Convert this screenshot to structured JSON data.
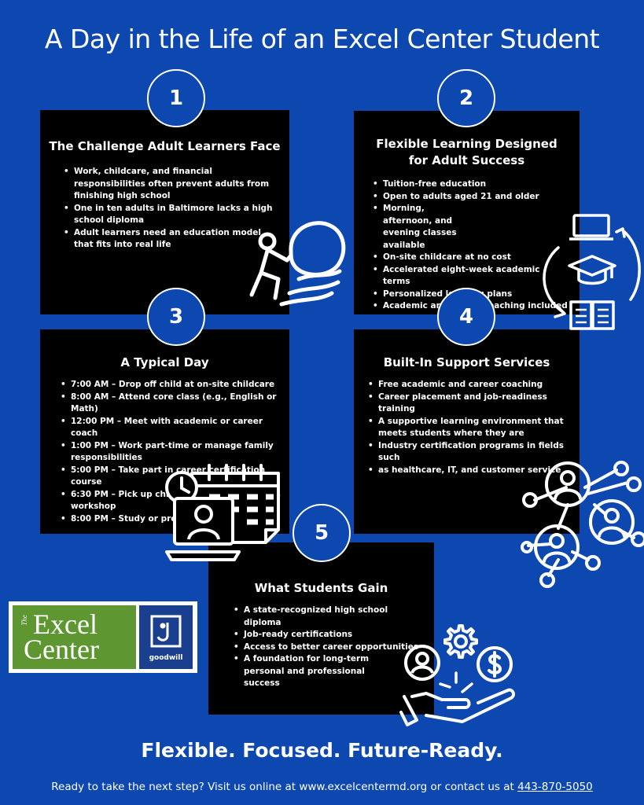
{
  "title": "A Day in the Life of an Excel Center Student",
  "sections": [
    {
      "number": "1",
      "heading": "The Challenge Adult Learners Face",
      "bullets": [
        "Work, childcare, and financial responsibilities often prevent adults from finishing high school",
        "One in ten adults in Baltimore lacks a high school diploma",
        "Adult learners need an education model that fits into real life"
      ]
    },
    {
      "number": "2",
      "heading_line1": "Flexible Learning Designed",
      "heading_line2": "for Adult Success",
      "bullets": [
        "Tuition-free education",
        "Open to adults aged 21 and older",
        "Morning, afternoon, and evening classes available",
        "On-site childcare at no cost",
        "Accelerated eight-week academic terms",
        "Personalized learning plans",
        "Academic and career coaching included"
      ]
    },
    {
      "number": "3",
      "heading": "A Typical Day",
      "schedule": [
        "7:00 AM – Drop off child at on-site childcare",
        "8:00 AM – Attend core class (e.g., English or Math)",
        "12:00 PM – Meet with academic or career coach",
        "1:00 PM – Work part-time or manage family responsibilities",
        "5:00 PM – Take part in career certification course",
        "6:30 PM – Pick up child; attend job-readiness workshop",
        "8:00 PM – Study or prepare for next day"
      ]
    },
    {
      "number": "4",
      "heading": "Built-In Support Services",
      "bullets": [
        "Free academic and career coaching",
        "Career placement and job-readiness training",
        "A supportive learning environment that meets students where they are",
        "Industry certification programs in fields such",
        "as healthcare, IT, and customer service"
      ]
    },
    {
      "number": "5",
      "heading": "What Students Gain",
      "bullets": [
        "A state-recognized high school diploma",
        "Job-ready certifications",
        "Access to better career opportunities",
        "A foundation for long-term personal and professional success"
      ]
    }
  ],
  "logo": {
    "small_text": "The",
    "line1": "Excel",
    "line2": "Center",
    "partner": "goodwill"
  },
  "tagline": "Flexible. Focused. Future-Ready.",
  "footer": {
    "text": "Ready to take the next step? Visit us online at  www.excelcentermd.org or contact us at ",
    "phone": "443-870-5050"
  },
  "colors": {
    "background": "#0d47b0",
    "box": "#000000",
    "logo_green": "#5e9732",
    "goodwill_blue": "#1b3f8f"
  },
  "icons": [
    "boulder-push-icon",
    "laptop-icon",
    "graduation-cap-icon",
    "book-icon",
    "cycle-arrows-icon",
    "clock-icon",
    "calendar-icon",
    "video-user-icon",
    "network-people-icon",
    "gear-icon",
    "user-icon",
    "dollar-icon",
    "hand-icon"
  ]
}
